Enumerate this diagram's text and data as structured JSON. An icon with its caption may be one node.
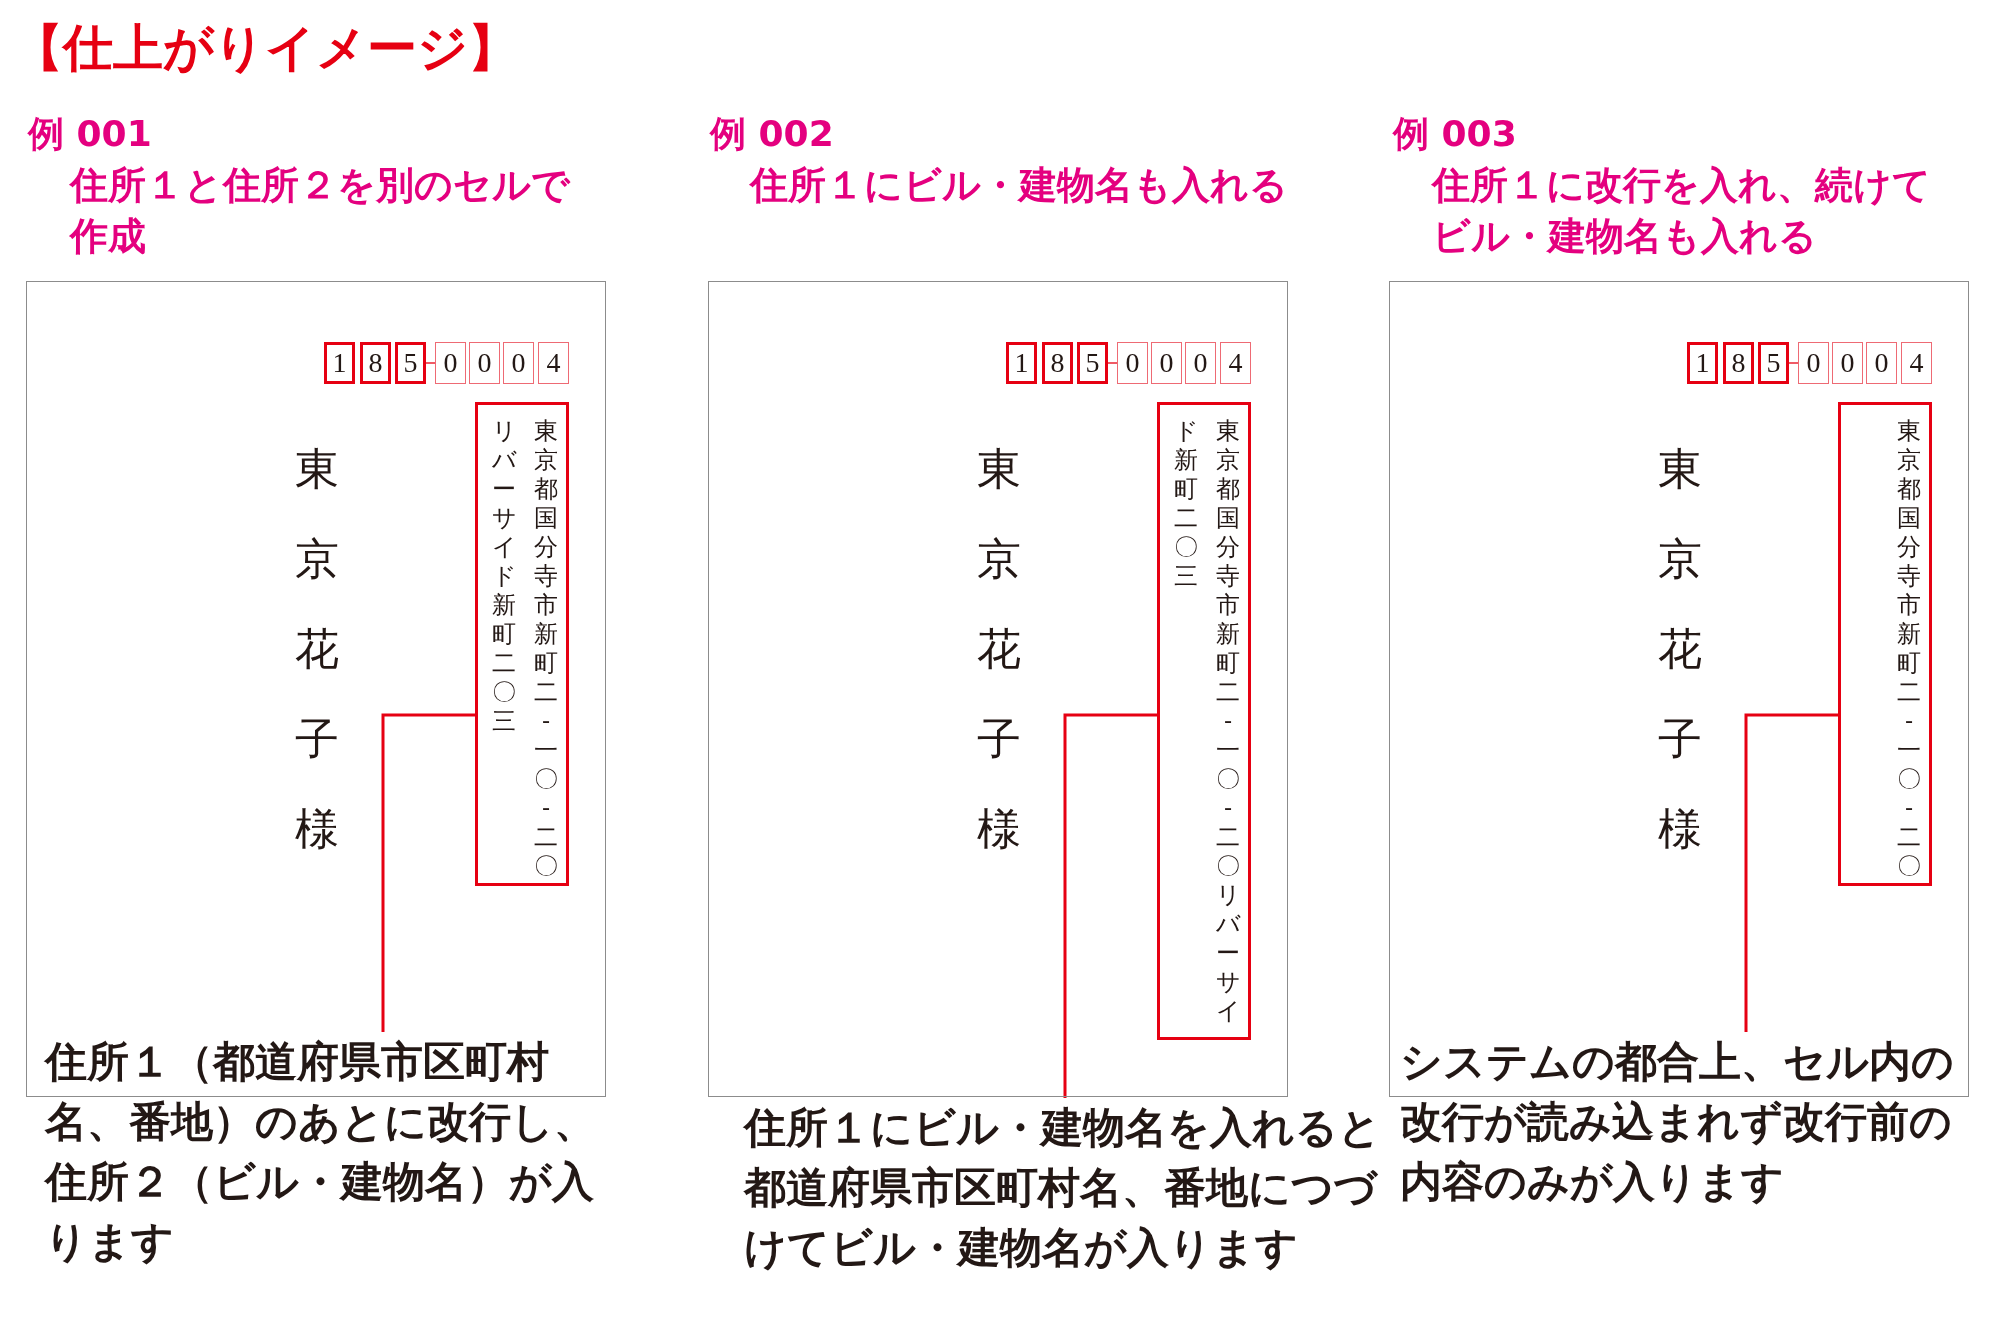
{
  "diagram": {
    "title": "【仕上がりイメージ】",
    "nodes": [
      {
        "text": [
          "東京花子様"
        ]
      },
      {
        "text": [
          "1"
        ],
        "in": 0
      },
      {
        "text": [
          "8"
        ],
        "in": 0
      },
      {
        "text": [
          "5"
        ],
        "in": 0
      },
      {
        "text": [
          "0"
        ],
        "in": 0
      },
      {
        "text": [
          "0"
        ],
        "in": 0
      },
      {
        "text": [
          "0"
        ],
        "in": 0
      },
      {
        "text": [
          "4"
        ],
        "in": 0
      },
      {
        "text": [
          "東京都国分寺市新町二-一〇-二〇リバーサイド新町二〇三"
        ],
        "in": 0
      },
      {
        "text": [
          "住所１（都道府県市区町村名、番地）のあとに改行し、住所２（ビル・建物名）が入ります"
        ]
      },
      {
        "text": [
          "東京花子様"
        ]
      },
      {
        "text": [
          "1"
        ],
        "in": 10
      },
      {
        "text": [
          "8"
        ],
        "in": 10
      },
      {
        "text": [
          "5"
        ],
        "in": 10
      },
      {
        "text": [
          "0"
        ],
        "in": 10
      },
      {
        "text": [
          "0"
        ],
        "in": 10
      },
      {
        "text": [
          "0"
        ],
        "in": 10
      },
      {
        "text": [
          "4"
        ],
        "in": 10
      },
      {
        "text": [
          "東京都国分寺市新町二-一〇-二〇リバーサイド新町二〇三"
        ],
        "in": 10
      },
      {
        "text": [
          "住所１にビル・建物名を入れると都道府県市区町村名、番地につづけてビル・建物名が入ります"
        ]
      },
      {
        "text": [
          "東京花子様"
        ]
      },
      {
        "text": [
          "1"
        ],
        "in": 20
      },
      {
        "text": [
          "8"
        ],
        "in": 20
      },
      {
        "text": [
          "5"
        ],
        "in": 20
      },
      {
        "text": [
          "0"
        ],
        "in": 20
      },
      {
        "text": [
          "0"
        ],
        "in": 20
      },
      {
        "text": [
          "0"
        ],
        "in": 20
      },
      {
        "text": [
          "4"
        ],
        "in": 20
      },
      {
        "text": [
          "東京都国分寺市新町二-一〇-二〇"
        ],
        "in": 20
      },
      {
        "text": [
          "システムの都合上、セル内の改行が読み込まれず改行前の内容のみが入ります"
        ]
      }
    ],
    "edges": [
      {
        "from": 3,
        "to": 4,
        "arrow": "none"
      },
      {
        "from": 9,
        "to": 8,
        "arrow": "none"
      },
      {
        "from": 13,
        "to": 14,
        "arrow": "none"
      },
      {
        "from": 19,
        "to": 18,
        "arrow": "none"
      },
      {
        "from": 23,
        "to": 24,
        "arrow": "none"
      },
      {
        "from": 29,
        "to": 28,
        "arrow": "none"
      }
    ],
    "labels": [
      "例 001",
      "住所１と住所２を別のセルで作成",
      "例 002",
      "住所１にビル・建物名も入れる",
      "例 003",
      "住所１に改行を入れ、続けてビル・建物名も入れる"
    ]
  }
}
